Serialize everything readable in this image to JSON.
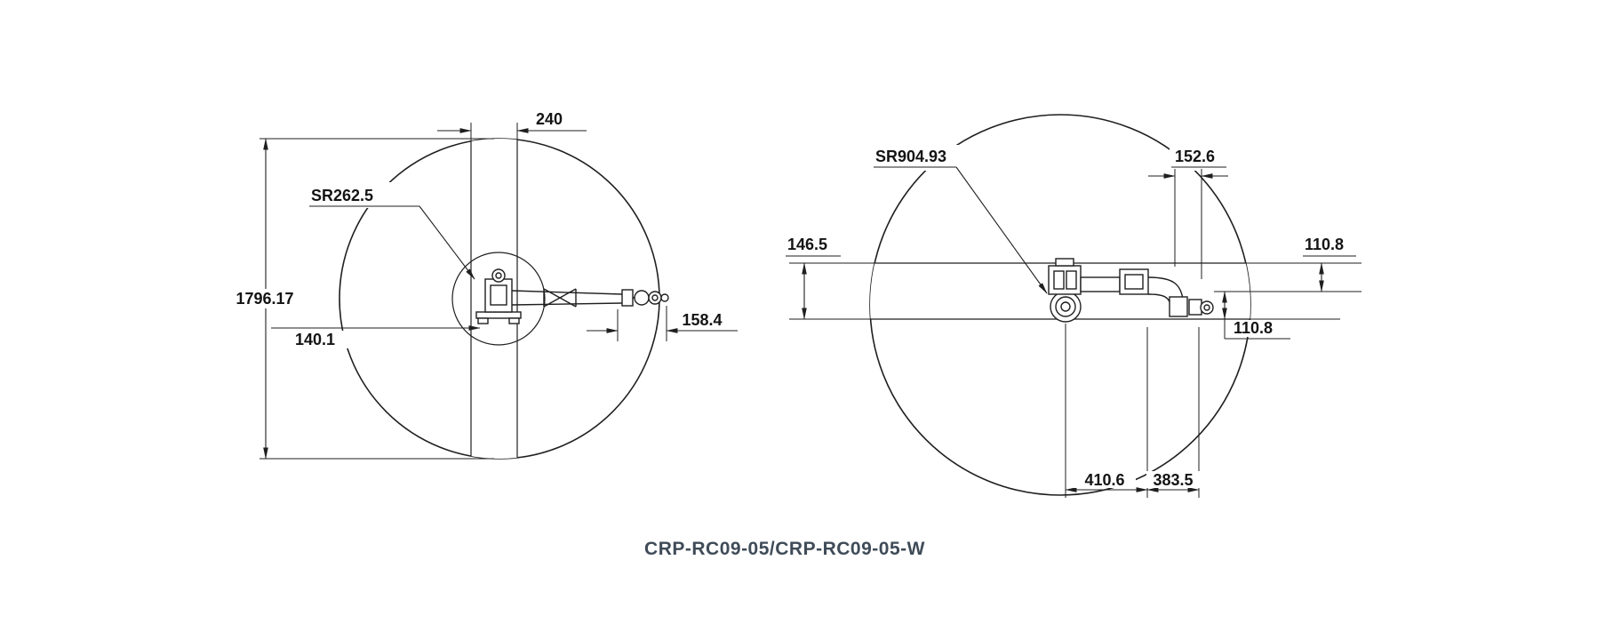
{
  "colors": {
    "background": "#ffffff",
    "line": "#1f1f1f",
    "caption": "#3f4b58"
  },
  "caption": "CRP-RC09-05/CRP-RC09-05-W",
  "left_view": {
    "description": "side-view working envelope of robot arm",
    "dims": {
      "band_width": "240",
      "sweep_radius": "SR262.5",
      "overall_height": "1796.17",
      "base_offset": "140.1",
      "rear_reach": "158.4"
    }
  },
  "right_view": {
    "description": "top-view working envelope of robot arm",
    "dims": {
      "sweep_radius": "SR904.93",
      "wrist_offset": "152.6",
      "left_band": "146.5",
      "right_band_upper": "110.8",
      "right_band_lower": "110.8",
      "bottom_left": "410.6",
      "bottom_right": "383.5"
    }
  }
}
